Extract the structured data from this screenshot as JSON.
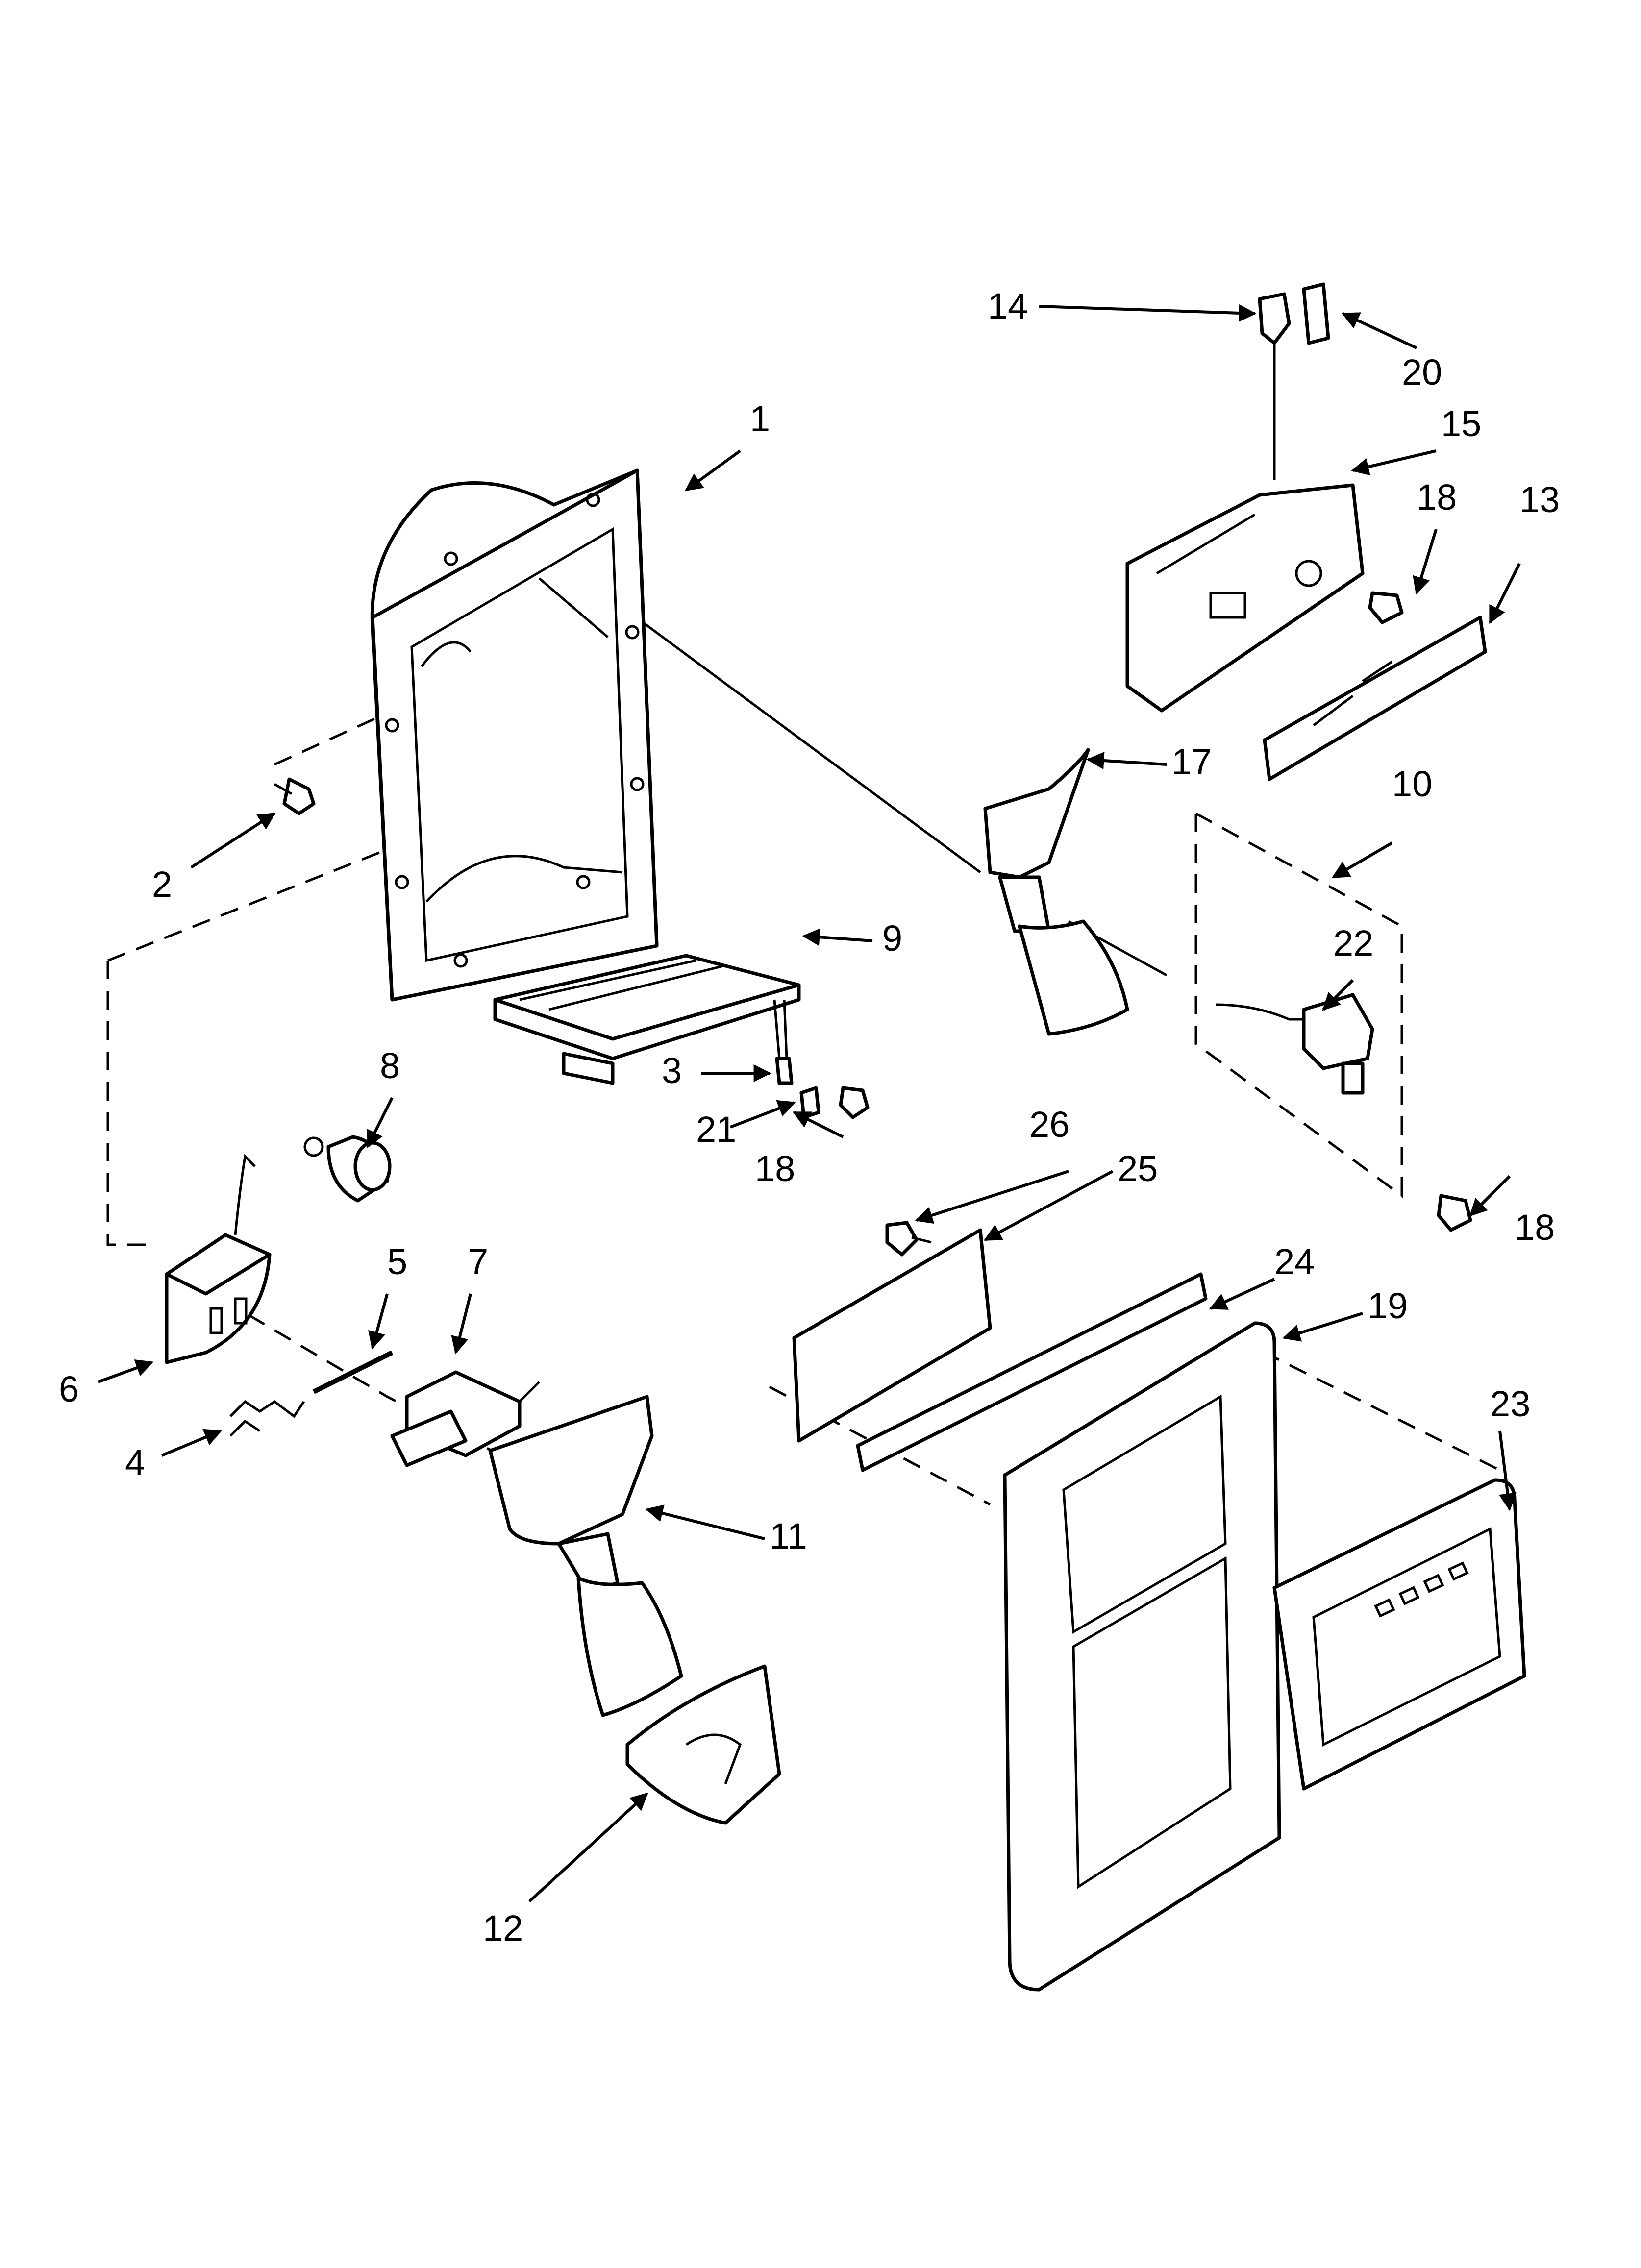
{
  "diagram": {
    "callouts": [
      {
        "id": "1",
        "text": "1"
      },
      {
        "id": "2",
        "text": "2"
      },
      {
        "id": "3",
        "text": "3"
      },
      {
        "id": "4",
        "text": "4"
      },
      {
        "id": "5",
        "text": "5"
      },
      {
        "id": "6",
        "text": "6"
      },
      {
        "id": "7",
        "text": "7"
      },
      {
        "id": "8",
        "text": "8"
      },
      {
        "id": "9",
        "text": "9"
      },
      {
        "id": "10",
        "text": "10"
      },
      {
        "id": "11",
        "text": "11"
      },
      {
        "id": "12",
        "text": "12"
      },
      {
        "id": "13",
        "text": "13"
      },
      {
        "id": "14",
        "text": "14"
      },
      {
        "id": "15",
        "text": "15"
      },
      {
        "id": "17",
        "text": "17"
      },
      {
        "id": "18a",
        "text": "18"
      },
      {
        "id": "18b",
        "text": "18"
      },
      {
        "id": "18c",
        "text": "18"
      },
      {
        "id": "19",
        "text": "19"
      },
      {
        "id": "20",
        "text": "20"
      },
      {
        "id": "21",
        "text": "21"
      },
      {
        "id": "22",
        "text": "22"
      },
      {
        "id": "23",
        "text": "23"
      },
      {
        "id": "24",
        "text": "24"
      },
      {
        "id": "25",
        "text": "25"
      },
      {
        "id": "26",
        "text": "26"
      }
    ]
  }
}
